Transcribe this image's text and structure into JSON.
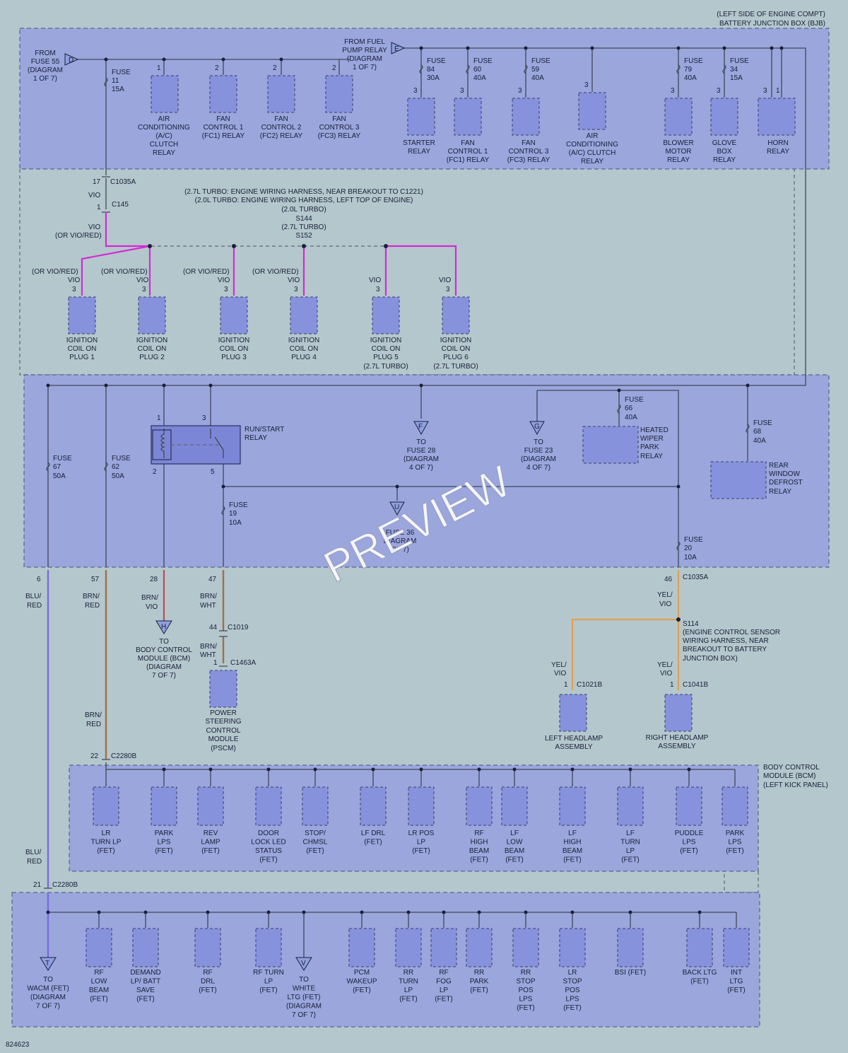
{
  "header": {
    "line1": "(LEFT SIDE OF ENGINE COMPT)",
    "line2": "BATTERY JUNCTION BOX (BJB)"
  },
  "diagram_id": "824623",
  "watermark": "PREVIEW",
  "harness_note": [
    "(2.7L TURBO: ENGINE WIRING HARNESS, NEAR BREAKOUT TO C1221)",
    "(2.0L TURBO: ENGINE WIRING HARNESS, LEFT TOP OF ENGINE)",
    "(2.0L TURBO)",
    "S144",
    "(2.7L TURBO)",
    "S152"
  ],
  "sources": {
    "d_lines": [
      "FROM",
      "FUSE 55",
      "(DIAGRAM",
      "1 OF 7)"
    ],
    "d_letter": "D",
    "e_lines": [
      "FROM FUEL",
      "PUMP RELAY",
      "(DIAGRAM",
      "1 OF 7)"
    ],
    "e_letter": "E"
  },
  "top_relays": [
    {
      "pin": "1",
      "lines": [
        "AIR",
        "CONDITIONING",
        "(A/C)",
        "CLUTCH",
        "RELAY"
      ]
    },
    {
      "pin": "2",
      "lines": [
        "FAN",
        "CONTROL 1",
        "(FC1) RELAY"
      ]
    },
    {
      "pin": "2",
      "lines": [
        "FAN",
        "CONTROL 2",
        "(FC2) RELAY"
      ]
    },
    {
      "pin": "2",
      "lines": [
        "FAN",
        "CONTROL 3",
        "(FC3) RELAY"
      ]
    }
  ],
  "fuse_11": [
    "FUSE",
    "11",
    "15A"
  ],
  "bjb_fuses": [
    [
      "FUSE",
      "84",
      "30A"
    ],
    [
      "FUSE",
      "60",
      "40A"
    ],
    [
      "FUSE",
      "59",
      "40A"
    ],
    [
      "FUSE",
      "79",
      "40A"
    ],
    [
      "FUSE",
      "34",
      "15A"
    ]
  ],
  "bjb_relays": [
    {
      "pin": "3",
      "lines": [
        "STARTER",
        "RELAY"
      ]
    },
    {
      "pin": "3",
      "lines": [
        "FAN",
        "CONTROL 1",
        "(FC1) RELAY"
      ]
    },
    {
      "pin": "3",
      "lines": [
        "FAN",
        "CONTROL 3",
        "(FC3) RELAY"
      ]
    },
    {
      "pin": "3",
      "lines": [
        "AIR",
        "CONDITIONING",
        "(A/C) CLUTCH",
        "RELAY"
      ]
    },
    {
      "pin": "3",
      "lines": [
        "BLOWER",
        "MOTOR",
        "RELAY"
      ]
    },
    {
      "pin": "3",
      "lines": [
        "GLOVE",
        "BOX",
        "RELAY"
      ]
    },
    {
      "pin": "3",
      "pin2": "1",
      "lines": [
        "HORN",
        "RELAY"
      ]
    }
  ],
  "c1035a_top": {
    "pin": "17",
    "name": "C1035A",
    "wire": "VIO"
  },
  "c145": {
    "pin": "1",
    "name": "C145",
    "wire": [
      "VIO",
      "(OR VIO/RED)"
    ]
  },
  "coils": [
    {
      "wire": [
        "(OR VIO/RED)",
        "VIO"
      ],
      "pin": "3",
      "lines": [
        "IGNITION",
        "COIL ON",
        "PLUG 1"
      ]
    },
    {
      "wire": [
        "(OR VIO/RED)",
        "VIO"
      ],
      "pin": "3",
      "lines": [
        "IGNITION",
        "COIL ON",
        "PLUG 2"
      ]
    },
    {
      "wire": [
        "(OR VIO/RED)",
        "VIO"
      ],
      "pin": "3",
      "lines": [
        "IGNITION",
        "COIL ON",
        "PLUG 3"
      ]
    },
    {
      "wire": [
        "(OR VIO/RED)",
        "VIO"
      ],
      "pin": "3",
      "lines": [
        "IGNITION",
        "COIL ON",
        "PLUG 4"
      ]
    },
    {
      "wire": [
        "VIO"
      ],
      "pin": "3",
      "lines": [
        "IGNITION",
        "COIL ON",
        "PLUG 5",
        "(2.7L TURBO)"
      ]
    },
    {
      "wire": [
        "VIO"
      ],
      "pin": "3",
      "lines": [
        "IGNITION",
        "COIL ON",
        "PLUG 6",
        "(2.7L TURBO)"
      ]
    }
  ],
  "mid": {
    "fuse_67": [
      "FUSE",
      "67",
      "50A"
    ],
    "fuse_62": [
      "FUSE",
      "62",
      "50A"
    ],
    "relay_label": [
      "RUN/START",
      "RELAY"
    ],
    "relay_pins": [
      "1",
      "3",
      "2",
      "5"
    ],
    "fuse_19": [
      "FUSE",
      "19",
      "10A"
    ],
    "f_letter": "F",
    "f_lines": [
      "TO",
      "FUSE 28",
      "(DIAGRAM",
      "4 OF 7)"
    ],
    "g_letter": "G",
    "g_lines": [
      "TO",
      "FUSE 23",
      "(DIAGRAM",
      "4 OF 7)"
    ],
    "u_letter": "U",
    "u_lines": [
      "FUSE 36",
      "DIAGRAM",
      "OF 7)"
    ],
    "fuse_66": [
      "FUSE",
      "66",
      "40A"
    ],
    "heated_wiper": [
      "HEATED",
      "WIPER",
      "PARK",
      "RELAY"
    ],
    "fuse_68": [
      "FUSE",
      "68",
      "40A"
    ],
    "rear_defrost": [
      "REAR",
      "WINDOW",
      "DEFROST",
      "RELAY"
    ],
    "fuse_20": [
      "FUSE",
      "20",
      "10A"
    ]
  },
  "lower": {
    "w6": {
      "pin": "6",
      "wire": [
        "BLU/",
        "RED"
      ]
    },
    "w57": {
      "pin": "57",
      "wire": [
        "BRN/",
        "RED"
      ]
    },
    "w28": {
      "pin": "28",
      "wire": [
        "BRN/",
        "VIO"
      ]
    },
    "w47": {
      "pin": "47",
      "wire": [
        "BRN/",
        "WHT"
      ]
    },
    "w46": {
      "pin": "46",
      "name": "C1035A",
      "wire": [
        "YEL/",
        "VIO"
      ]
    },
    "h_letter": "H",
    "h_lines": [
      "TO",
      "BODY CONTROL",
      "MODULE (BCM)",
      "(DIAGRAM",
      "7 OF 7)"
    ],
    "c1019": {
      "pin": "44",
      "name": "C1019",
      "wire": [
        "BRN/",
        "WHT"
      ]
    },
    "c1463a": {
      "pin": "1",
      "name": "C1463A"
    },
    "pscm": [
      "POWER",
      "STEERING",
      "CONTROL",
      "MODULE",
      "(PSCM)"
    ],
    "s114": [
      "S114",
      "(ENGINE CONTROL SENSOR",
      "WIRING HARNESS, NEAR",
      "BREAKOUT TO BATTERY",
      "JUNCTION BOX)"
    ],
    "left_hl": {
      "wire": [
        "YEL/",
        "VIO"
      ],
      "pin": "1",
      "name": "C1021B",
      "lines": [
        "LEFT HEADLAMP",
        "ASSEMBLY"
      ]
    },
    "right_hl": {
      "wire": [
        "YEL/",
        "VIO"
      ],
      "pin": "1",
      "name": "C1041B",
      "lines": [
        "RIGHT HEADLAMP",
        "ASSEMBLY"
      ]
    },
    "brn_red_2": [
      "BRN/",
      "RED"
    ],
    "c2280b_a": {
      "pin": "22",
      "name": "C2280B"
    },
    "blu_red_2": [
      "BLU/",
      "RED"
    ],
    "c2280b_b": {
      "pin": "21",
      "name": "C2280B"
    }
  },
  "bcm_label": [
    "BODY CONTROL",
    "MODULE (BCM)",
    "(LEFT KICK PANEL)"
  ],
  "bcm_row1": [
    [
      "LR",
      "TURN LP",
      "(FET)"
    ],
    [
      "PARK",
      "LPS",
      "(FET)"
    ],
    [
      "REV",
      "LAMP",
      "(FET)"
    ],
    [
      "DOOR",
      "LOCK LED",
      "STATUS",
      "(FET)"
    ],
    [
      "STOP/",
      "CHMSL",
      "(FET)"
    ],
    [
      "LF DRL",
      "(FET)"
    ],
    [
      "LR POS",
      "LP",
      "(FET)"
    ],
    [
      "RF",
      "HIGH",
      "BEAM",
      "(FET)"
    ],
    [
      "LF",
      "LOW",
      "BEAM",
      "(FET)"
    ],
    [
      "LF",
      "HIGH",
      "BEAM",
      "(FET)"
    ],
    [
      "LF",
      "TURN",
      "LP",
      "(FET)"
    ],
    [
      "PUDDLE",
      "LPS",
      "(FET)"
    ],
    [
      "PARK",
      "LPS",
      "(FET)"
    ]
  ],
  "bcm_row2": [
    {
      "arrow": "T",
      "lines": [
        "TO",
        "WACM (FET)",
        "(DIAGRAM",
        "7 OF 7)"
      ]
    },
    {
      "lines": [
        "RF",
        "LOW",
        "BEAM",
        "(FET)"
      ]
    },
    {
      "lines": [
        "DEMAND",
        "LP/ BATT",
        "SAVE",
        "(FET)"
      ]
    },
    {
      "lines": [
        "RF",
        "DRL",
        "(FET)"
      ]
    },
    {
      "lines": [
        "RF TURN",
        "LP",
        "(FET)"
      ]
    },
    {
      "arrow": "V",
      "lines": [
        "TO",
        "WHITE",
        "LTG (FET)",
        "(DIAGRAM",
        "7 OF 7)"
      ]
    },
    {
      "lines": [
        "PCM",
        "WAKEUP",
        "(FET)"
      ]
    },
    {
      "lines": [
        "RR",
        "TURN",
        "LP",
        "(FET)"
      ]
    },
    {
      "lines": [
        "RF",
        "FOG",
        "LP",
        "(FET)"
      ]
    },
    {
      "lines": [
        "RR",
        "PARK",
        "(FET)"
      ]
    },
    {
      "lines": [
        "RR",
        "STOP",
        "POS",
        "LPS",
        "(FET)"
      ]
    },
    {
      "lines": [
        "LR",
        "STOP",
        "POS",
        "LPS",
        "(FET)"
      ]
    },
    {
      "lines": [
        "BSI (FET)"
      ]
    },
    {
      "lines": [
        "BACK LTG",
        "(FET)"
      ]
    },
    {
      "lines": [
        "INT",
        "LTG",
        "(FET)"
      ]
    }
  ]
}
